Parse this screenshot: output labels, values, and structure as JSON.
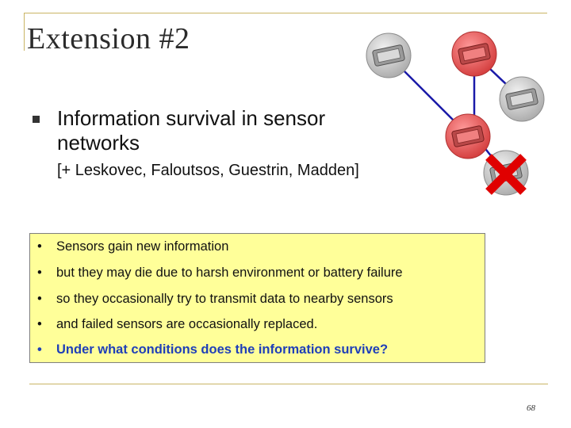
{
  "slide": {
    "title": "Extension #2",
    "main_bullet": "Information survival in sensor networks",
    "citation": "[+ Leskovec, Faloutsos, Guestrin, Madden]",
    "points": [
      "Sensors gain new information",
      "but they may die due to harsh environment or battery failure",
      "so they occasionally try to transmit data to nearby sensors",
      "and failed sensors are occasionally replaced.",
      "Under what conditions does the information survive?"
    ],
    "bullet_glyph": "•",
    "page_number": "68"
  },
  "network": {
    "nodes": [
      {
        "id": "gray-top-left",
        "state": "healthy"
      },
      {
        "id": "red-top-right",
        "state": "infected"
      },
      {
        "id": "gray-right",
        "state": "healthy"
      },
      {
        "id": "red-center",
        "state": "infected"
      },
      {
        "id": "gray-bottom-right",
        "state": "failed"
      }
    ]
  },
  "colors": {
    "frame": "#c9b464",
    "box_background": "#ffff99",
    "highlight_text": "#1f3fb8",
    "edge": "#1a1aa8",
    "failed_mark": "#e00000",
    "infected_node": "#e85a5a",
    "healthy_node": "#b9b9b9"
  }
}
